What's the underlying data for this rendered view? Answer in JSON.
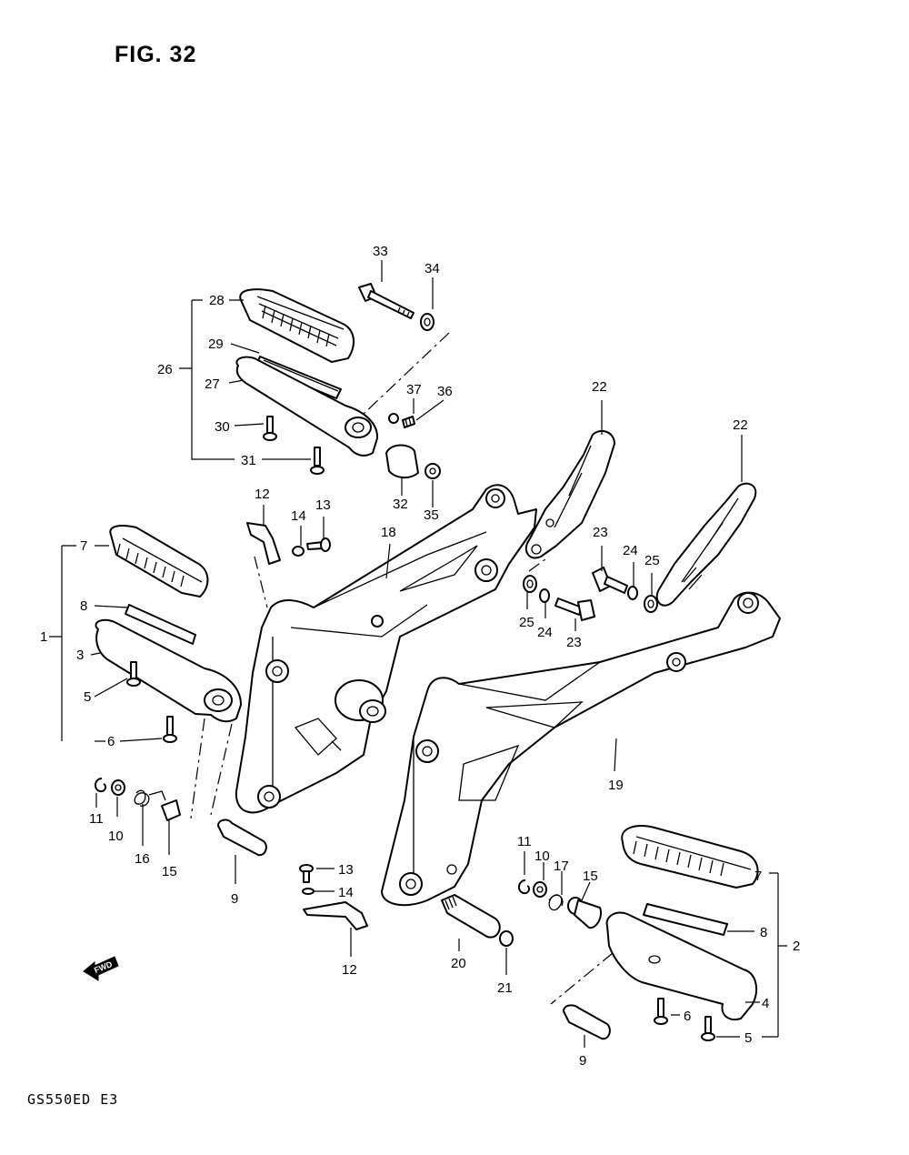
{
  "figure": {
    "title": "FIG. 32",
    "footer": "GS550ED E3"
  },
  "fwd_badge": "FWD",
  "callouts": {
    "c1": "1",
    "c2": "2",
    "c3": "3",
    "c4": "4",
    "c5a": "5",
    "c5b": "5",
    "c6a": "6",
    "c6b": "6",
    "c7a": "7",
    "c7b": "7",
    "c8a": "8",
    "c8b": "8",
    "c9a": "9",
    "c9b": "9",
    "c10a": "10",
    "c10b": "10",
    "c11a": "11",
    "c11b": "11",
    "c12a": "12",
    "c12b": "12",
    "c13a": "13",
    "c13b": "13",
    "c14a": "14",
    "c14b": "14",
    "c15a": "15",
    "c15b": "15",
    "c16": "16",
    "c17": "17",
    "c18": "18",
    "c19": "19",
    "c20": "20",
    "c21": "21",
    "c22a": "22",
    "c22b": "22",
    "c23a": "23",
    "c23b": "23",
    "c24a": "24",
    "c24b": "24",
    "c25a": "25",
    "c25b": "25",
    "c26": "26",
    "c27": "27",
    "c28": "28",
    "c29": "29",
    "c30": "30",
    "c31": "31",
    "c32": "32",
    "c33": "33",
    "c34": "34",
    "c35": "35",
    "c36": "36",
    "c37": "37"
  }
}
